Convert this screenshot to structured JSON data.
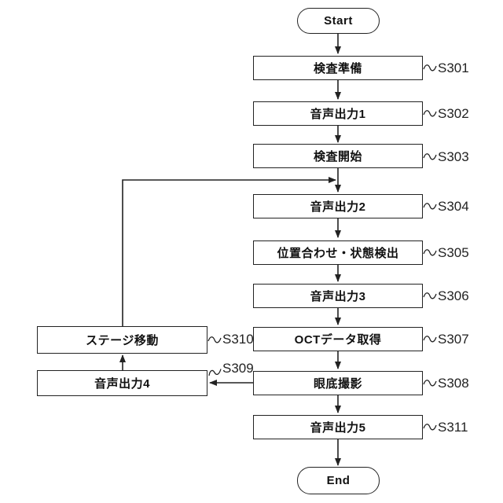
{
  "diagram": {
    "title": "inspection-flowchart",
    "start_label": "Start",
    "end_label": "End",
    "steps": [
      {
        "id": "S301",
        "label": "検査準備"
      },
      {
        "id": "S302",
        "label": "音声出力1"
      },
      {
        "id": "S303",
        "label": "検査開始"
      },
      {
        "id": "S304",
        "label": "音声出力2"
      },
      {
        "id": "S305",
        "label": "位置合わせ・状態検出"
      },
      {
        "id": "S306",
        "label": "音声出力3"
      },
      {
        "id": "S307",
        "label": "OCTデータ取得"
      },
      {
        "id": "S308",
        "label": "眼底撮影"
      },
      {
        "id": "S311",
        "label": "音声出力5"
      }
    ],
    "side_steps": [
      {
        "id": "S310",
        "label": "ステージ移動"
      },
      {
        "id": "S309",
        "label": "音声出力4"
      }
    ],
    "colors": {
      "background": "#ffffff",
      "line": "#222222",
      "text": "#111111"
    }
  }
}
